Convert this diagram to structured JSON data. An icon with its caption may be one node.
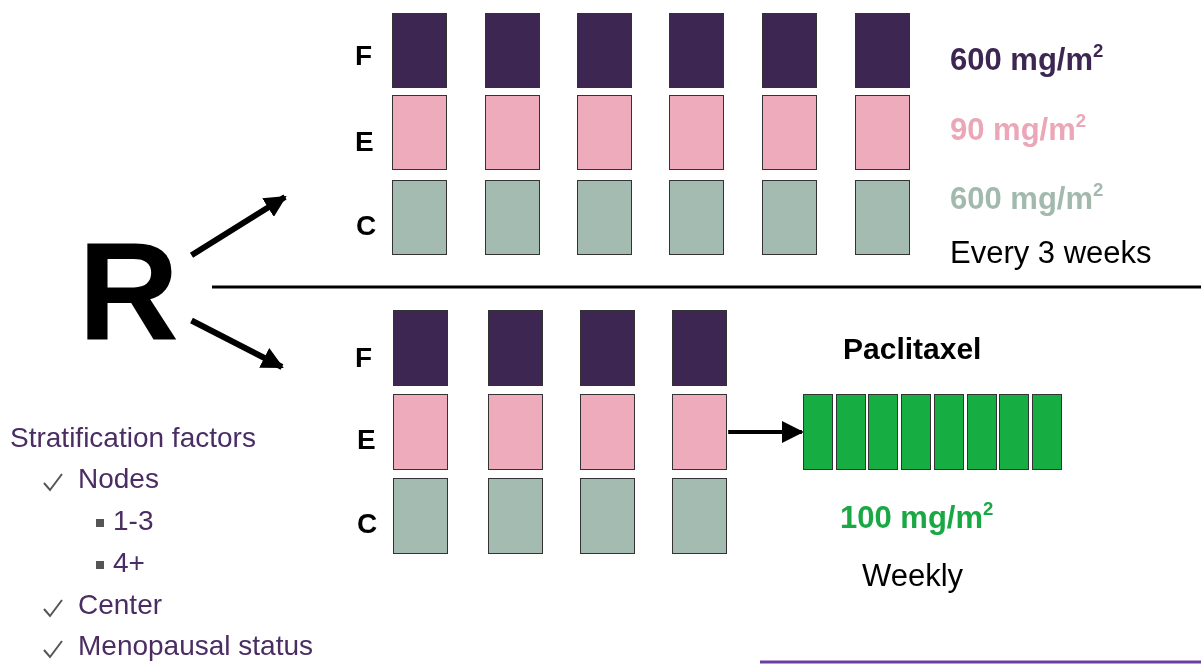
{
  "diagram": {
    "nodes": [
      {
        "text": [
          "R"
        ]
      },
      {
        "text": [],
        "shape": "box"
      },
      {
        "text": [],
        "shape": "box"
      },
      {
        "text": [],
        "shape": "box"
      },
      {
        "text": [],
        "shape": "box"
      },
      {
        "text": [],
        "shape": "box"
      },
      {
        "text": [],
        "shape": "box"
      },
      {
        "text": [],
        "shape": "box"
      },
      {
        "text": [],
        "shape": "box"
      },
      {
        "text": [],
        "shape": "box"
      },
      {
        "text": [],
        "shape": "box"
      },
      {
        "text": [],
        "shape": "box"
      },
      {
        "text": [],
        "shape": "box"
      },
      {
        "text": [],
        "shape": "box"
      },
      {
        "text": [],
        "shape": "box"
      },
      {
        "text": [],
        "shape": "box"
      },
      {
        "text": [],
        "shape": "box"
      },
      {
        "text": [],
        "shape": "box"
      },
      {
        "text": [],
        "shape": "box"
      },
      {
        "text": [],
        "shape": "box"
      },
      {
        "text": [],
        "shape": "box"
      },
      {
        "text": [],
        "shape": "box"
      },
      {
        "text": [],
        "shape": "box"
      },
      {
        "text": [],
        "shape": "box"
      },
      {
        "text": [],
        "shape": "box"
      },
      {
        "text": [],
        "shape": "box"
      },
      {
        "text": [],
        "shape": "box"
      },
      {
        "text": [],
        "shape": "box"
      },
      {
        "text": [],
        "shape": "box"
      },
      {
        "text": [],
        "shape": "box"
      },
      {
        "text": [],
        "shape": "box"
      },
      {
        "text": [],
        "shape": "box"
      },
      {
        "text": [],
        "shape": "box"
      },
      {
        "text": [],
        "shape": "box"
      },
      {
        "text": [],
        "shape": "box"
      },
      {
        "text": [],
        "shape": "box"
      },
      {
        "text": [],
        "shape": "box"
      },
      {
        "text": [],
        "shape": "box"
      },
      {
        "text": [],
        "shape": "box"
      }
    ],
    "edges": [
      {
        "from": 0,
        "to": null,
        "arrow": "to"
      },
      {
        "from": 0,
        "to": null,
        "arrow": "to"
      },
      {
        "from": 26,
        "to": 31,
        "arrow": "to"
      }
    ],
    "labels": [
      "F",
      "600 mg/m$^{2}$",
      "E",
      "90 mg/m$^{2}$",
      "C",
      "600 mg/m$^{2}$",
      "Every 3 weeks",
      "F",
      "Paclitaxel",
      "Stratification factors",
      "E",
      "Nodes",
      "C",
      "100 mg/m$^{2}$",
      "1-3",
      "4+",
      "Weekly",
      "Center",
      "Menopausal status"
    ]
  }
}
